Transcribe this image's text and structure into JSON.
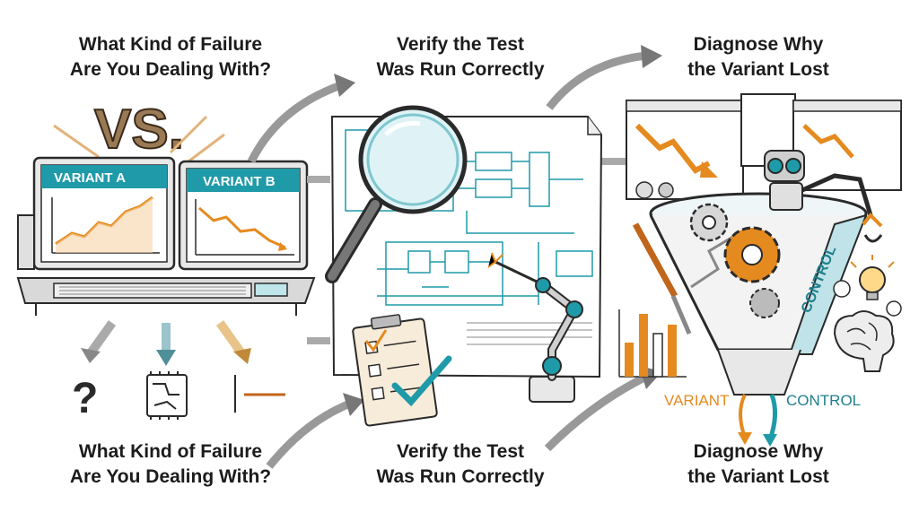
{
  "sections": [
    {
      "line1": "What Kind of Failure",
      "line2": "Are You Dealing With?"
    },
    {
      "line1": "Verify the Test",
      "line2": "Was Run Correctly"
    },
    {
      "line1": "Diagnose Why",
      "line2": "the Variant Lost"
    }
  ],
  "captions": [
    {
      "line1": "What Kind of Failure",
      "line2": "Are You Dealing With?"
    },
    {
      "line1": "Verify the Test",
      "line2": "Was Run Correctly"
    },
    {
      "line1": "Diagnose Why",
      "line2": "the Variant Lost"
    }
  ],
  "labels": {
    "vs": "VS.",
    "variant_a": "VARIANT A",
    "variant_b": "VARIANT B",
    "question_mark": "?",
    "funnel_control": "CONTROL",
    "stream_variant": "VARIANT",
    "stream_control": "CONTROL"
  },
  "colors": {
    "ink": "#2a2a2a",
    "teal": "#1f9aa8",
    "orange": "#e58a1f",
    "light_teal": "#d8f0f2",
    "gray": "#8a8a8a"
  }
}
